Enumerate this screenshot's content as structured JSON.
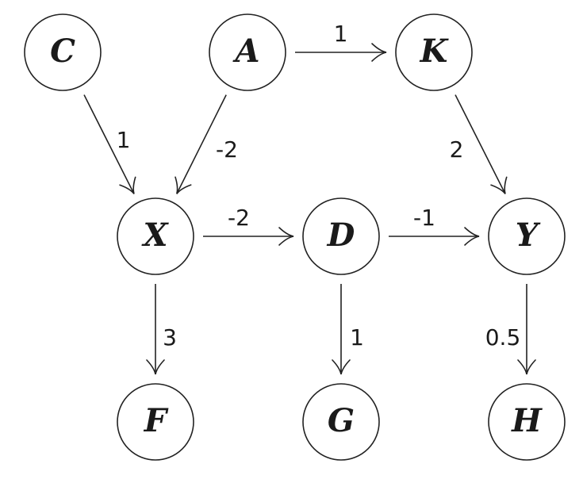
{
  "diagram": {
    "type": "directed-graph",
    "nodes": [
      {
        "id": "C",
        "label": "C"
      },
      {
        "id": "A",
        "label": "A"
      },
      {
        "id": "K",
        "label": "K"
      },
      {
        "id": "X",
        "label": "X"
      },
      {
        "id": "D",
        "label": "D"
      },
      {
        "id": "Y",
        "label": "Y"
      },
      {
        "id": "F",
        "label": "F"
      },
      {
        "id": "G",
        "label": "G"
      },
      {
        "id": "H",
        "label": "H"
      }
    ],
    "edges": [
      {
        "from": "A",
        "to": "K",
        "weight": "1"
      },
      {
        "from": "C",
        "to": "X",
        "weight": "1"
      },
      {
        "from": "A",
        "to": "X",
        "weight": "-2"
      },
      {
        "from": "K",
        "to": "Y",
        "weight": "2"
      },
      {
        "from": "X",
        "to": "D",
        "weight": "-2"
      },
      {
        "from": "D",
        "to": "Y",
        "weight": "-1"
      },
      {
        "from": "X",
        "to": "F",
        "weight": "3"
      },
      {
        "from": "D",
        "to": "G",
        "weight": "1"
      },
      {
        "from": "Y",
        "to": "H",
        "weight": "0.5"
      }
    ]
  }
}
